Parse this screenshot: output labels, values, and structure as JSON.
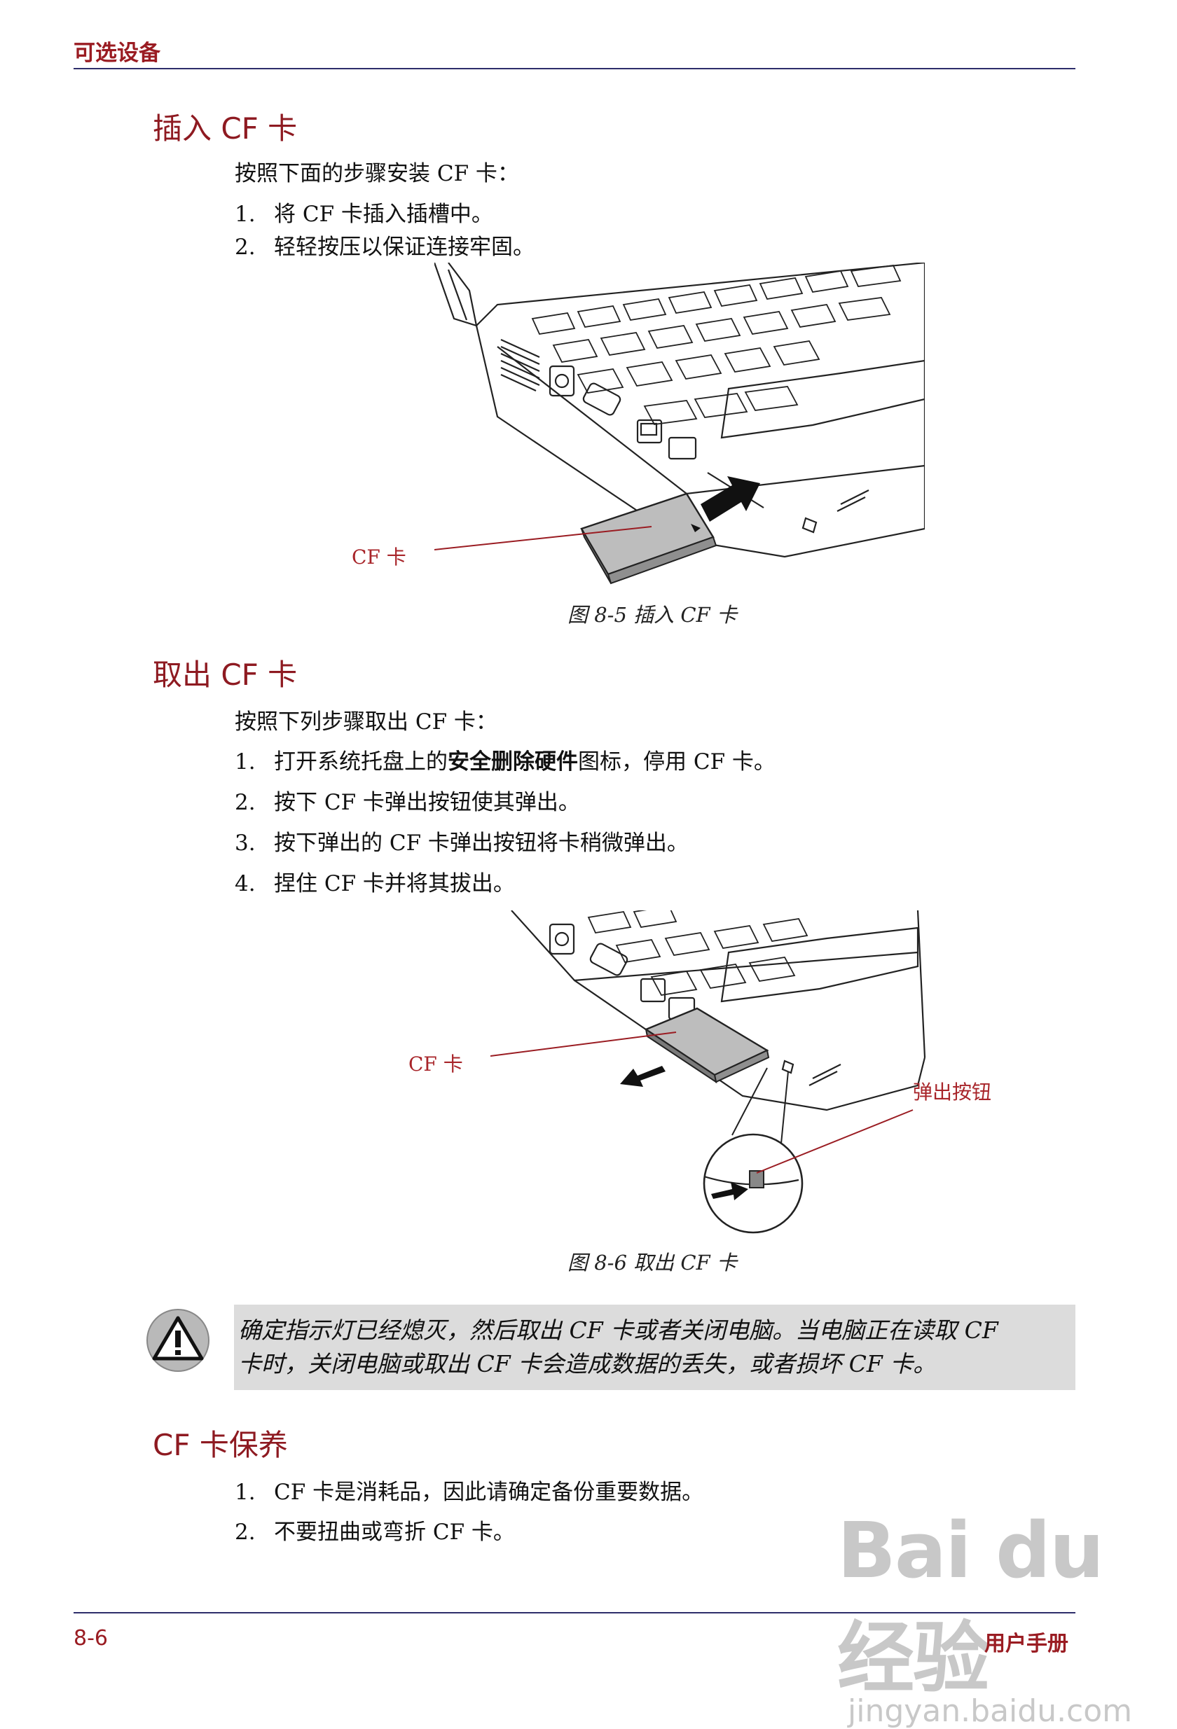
{
  "header": {
    "title": "可选设备"
  },
  "sections": {
    "insert": {
      "heading": "插入 CF 卡",
      "intro": "按照下面的步骤安装 CF 卡：",
      "steps": [
        {
          "num": "1.",
          "text": "将 CF 卡插入插槽中。"
        },
        {
          "num": "2.",
          "text": "轻轻按压以保证连接牢固。"
        }
      ],
      "figure": {
        "callout": "CF 卡",
        "caption": "图 8-5 插入 CF 卡"
      }
    },
    "remove": {
      "heading": "取出 CF 卡",
      "intro": "按照下列步骤取出 CF 卡：",
      "steps": [
        {
          "num": "1.",
          "pre": "打开系统托盘上的",
          "bold": "安全删除硬件",
          "post": "图标，停用 CF 卡。"
        },
        {
          "num": "2.",
          "text": "按下 CF 卡弹出按钮使其弹出。"
        },
        {
          "num": "3.",
          "text": "按下弹出的 CF 卡弹出按钮将卡稍微弹出。"
        },
        {
          "num": "4.",
          "text": "捏住 CF 卡并将其拔出。"
        }
      ],
      "figure": {
        "callout_card": "CF 卡",
        "callout_button": "弹出按钮",
        "caption": "图 8-6 取出 CF 卡"
      }
    },
    "warning": {
      "icon": "warning-triangle-icon",
      "line1": "确定指示灯已经熄灭，然后取出 CF 卡或者关闭电脑。当电脑正在读取 CF",
      "line2": "卡时，关闭电脑或取出 CF 卡会造成数据的丢失，或者损坏 CF 卡。"
    },
    "care": {
      "heading": "CF 卡保养",
      "steps": [
        {
          "num": "1.",
          "text": "CF 卡是消耗品，因此请确定备份重要数据。"
        },
        {
          "num": "2.",
          "text": "不要扭曲或弯折 CF 卡。"
        }
      ]
    }
  },
  "footer": {
    "page": "8-6",
    "title": "用户手册"
  },
  "watermark": {
    "main": "Bai du 经验",
    "sub": "jingyan.baidu.com"
  },
  "colors": {
    "accent": "#9a1c22",
    "rule": "#2d2d6a",
    "warning_bg": "#dcdcdc"
  }
}
